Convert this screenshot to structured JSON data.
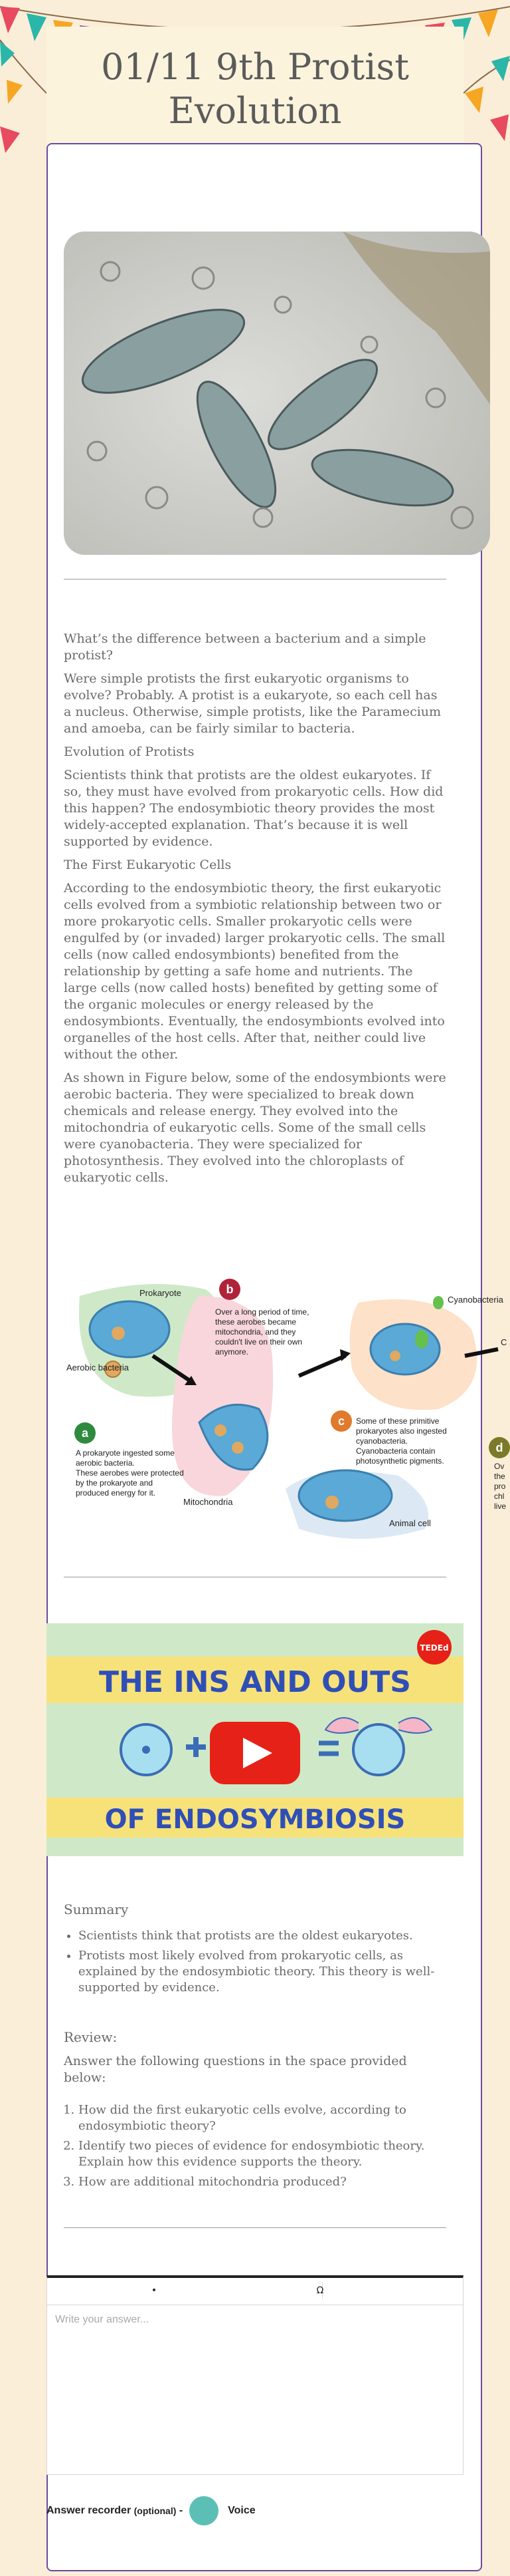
{
  "page": {
    "title": "01/11 9th Protist Evolution"
  },
  "intro_paragraphs": [
    "What’s the difference between a bacterium and a simple protist?",
    "Were simple protists the first eukaryotic organisms to evolve? Probably. A protist is a eukaryote, so each cell has a nucleus. Otherwise, simple protists, like the Paramecium and amoeba, can be fairly similar to bacteria."
  ],
  "section_evolution": {
    "heading": "Evolution of Protists",
    "body": "Scientists think that protists are the oldest eukaryotes. If so, they must have evolved from prokaryotic cells. How did this happen? The endosymbiotic theory provides the most widely-accepted explanation. That’s because it is well supported by evidence."
  },
  "section_first": {
    "heading": "The First Eukaryotic Cells",
    "body1": "According to the endosymbiotic theory, the first eukaryotic cells evolved from a symbiotic relationship between two or more prokaryotic cells. Smaller prokaryotic cells were engulfed by (or invaded) larger prokaryotic cells. The small cells (now called endosymbionts) benefited from the relationship by getting a safe home and nutrients. The large cells (now called hosts) benefited by getting some of the organic molecules or energy released by the endosymbionts. Eventually, the endosymbionts evolved into organelles of the host cells. After that, neither could live without the other.",
    "body2": "As shown in Figure below, some of the endosymbionts were aerobic bacteria. They were specialized to break down chemicals and release energy. They evolved into the mitochondria of eukaryotic cells. Some of the small cells were cyanobacteria. They were specialized for photosynthesis. They evolved into the chloroplasts of eukaryotic cells."
  },
  "diagram": {
    "prokaryote": "Prokaryote",
    "aerobic": "Aerobic bacteria",
    "mitochondria": "Mitochondria",
    "animal_cell": "Animal cell",
    "cyanobacteria": "Cyanobacteria",
    "c_letter": "C",
    "step_a_letter": "a",
    "step_a": [
      "A prokaryote ingested some",
      "aerobic bacteria.",
      "These aerobes were protected",
      "by the prokaryote and",
      "produced energy for it."
    ],
    "step_b_letter": "b",
    "step_b": [
      "Over a long period of time,",
      "these aerobes became",
      "mitochondria, and they",
      "couldn't live on their own",
      "anymore."
    ],
    "step_c_letter": "c",
    "step_c": [
      "Some of these primitive",
      "prokaryotes also ingested",
      "cyanobacteria.",
      "Cyanobacteria contain",
      "photosynthetic pigments."
    ],
    "step_d_letter": "d",
    "step_d": [
      "Ov",
      "the",
      "pro",
      "chl",
      "live"
    ]
  },
  "video": {
    "line1": "THE INS AND OUTS",
    "line2": "OF ENDOSYMBIOSIS",
    "badge": "TEDEd"
  },
  "summary": {
    "heading": "Summary",
    "items": [
      "Scientists think that protists are the oldest eukaryotes.",
      "Protists most likely evolved from prokaryotic cells, as explained by the endosymbiotic theory. This theory is well-supported by evidence."
    ]
  },
  "review": {
    "heading": "Review:",
    "intro": "Answer the following questions in the space provided below:",
    "questions": [
      "How did the first eukaryotic cells evolve, according to endosymbiotic theory?",
      "Identify two pieces of evidence for endosymbiotic theory. Explain how this evidence supports the theory.",
      "How are additional mitochondria produced?"
    ]
  },
  "answer": {
    "placeholder": "Write your answer...",
    "bullet_button": "•",
    "omega_button": "Ω"
  },
  "recorder": {
    "label": "Answer recorder",
    "optional": "(optional)",
    "dash": "-",
    "voice": "Voice"
  }
}
